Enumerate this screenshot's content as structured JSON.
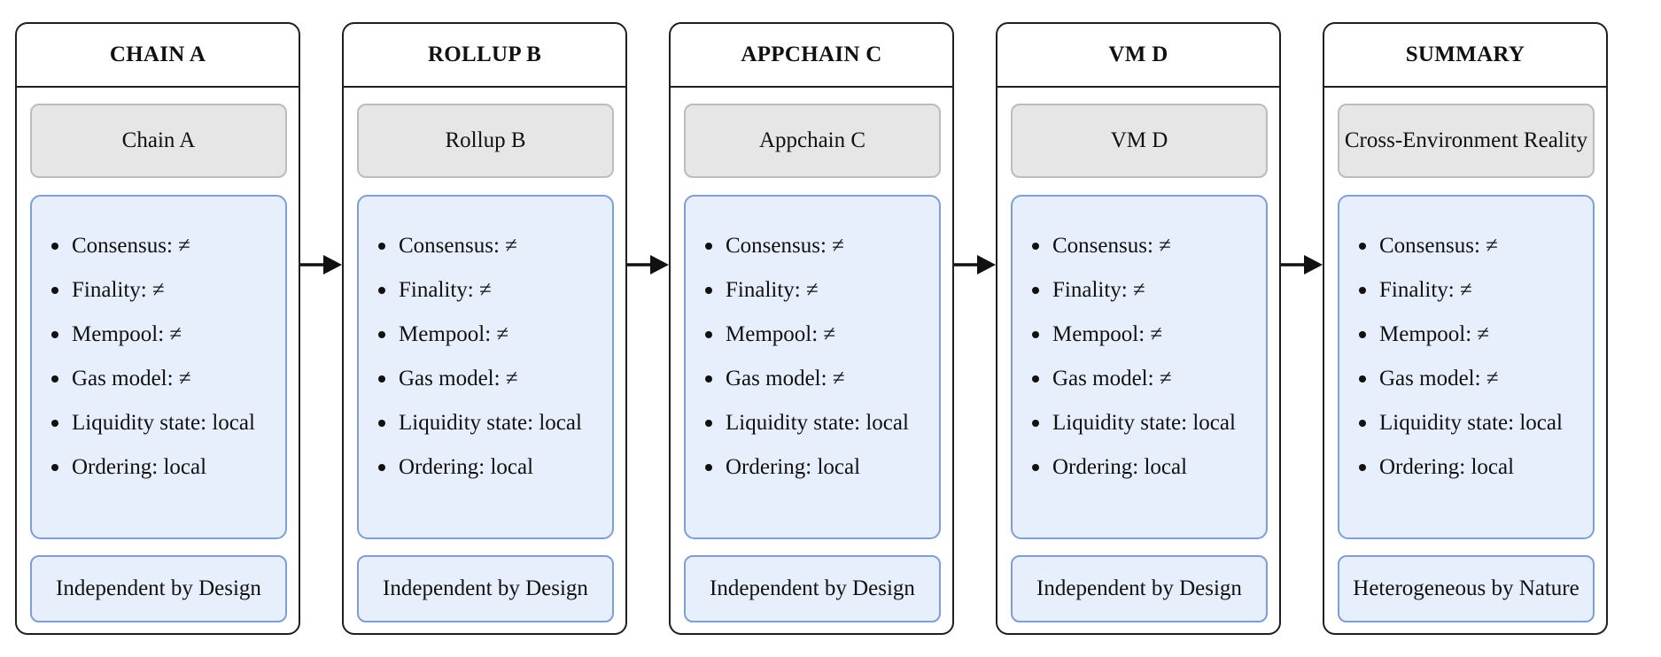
{
  "panels": [
    {
      "header": "CHAIN A",
      "name": "Chain A",
      "properties": [
        "Consensus: ≠",
        "Finality: ≠",
        "Mempool: ≠",
        "Gas model: ≠",
        "Liquidity state: local",
        "Ordering: local"
      ],
      "footer": "Independent by Design"
    },
    {
      "header": "ROLLUP B",
      "name": "Rollup B",
      "properties": [
        "Consensus: ≠",
        "Finality: ≠",
        "Mempool: ≠",
        "Gas model: ≠",
        "Liquidity state: local",
        "Ordering: local"
      ],
      "footer": "Independent by Design"
    },
    {
      "header": "APPCHAIN C",
      "name": "Appchain C",
      "properties": [
        "Consensus: ≠",
        "Finality: ≠",
        "Mempool: ≠",
        "Gas model: ≠",
        "Liquidity state: local",
        "Ordering: local"
      ],
      "footer": "Independent by Design"
    },
    {
      "header": "VM D",
      "name": "VM D",
      "properties": [
        "Consensus: ≠",
        "Finality: ≠",
        "Mempool: ≠",
        "Gas model: ≠",
        "Liquidity state: local",
        "Ordering: local"
      ],
      "footer": "Independent by Design"
    },
    {
      "header": "SUMMARY",
      "name": "Cross-Environment Reality",
      "properties": [
        "Consensus: ≠",
        "Finality: ≠",
        "Mempool: ≠",
        "Gas model: ≠",
        "Liquidity state: local",
        "Ordering: local"
      ],
      "footer": "Heterogeneous by Nature"
    }
  ],
  "colors": {
    "border": "#1f1f1f",
    "name_fill": "#e6e6e6",
    "name_border": "#bcbcbc",
    "prop_fill": "#e7eefc",
    "prop_border": "#7d9fd6"
  },
  "connectors": [
    "arrow-right-icon",
    "arrow-right-icon",
    "arrow-right-icon",
    "arrow-right-icon"
  ]
}
